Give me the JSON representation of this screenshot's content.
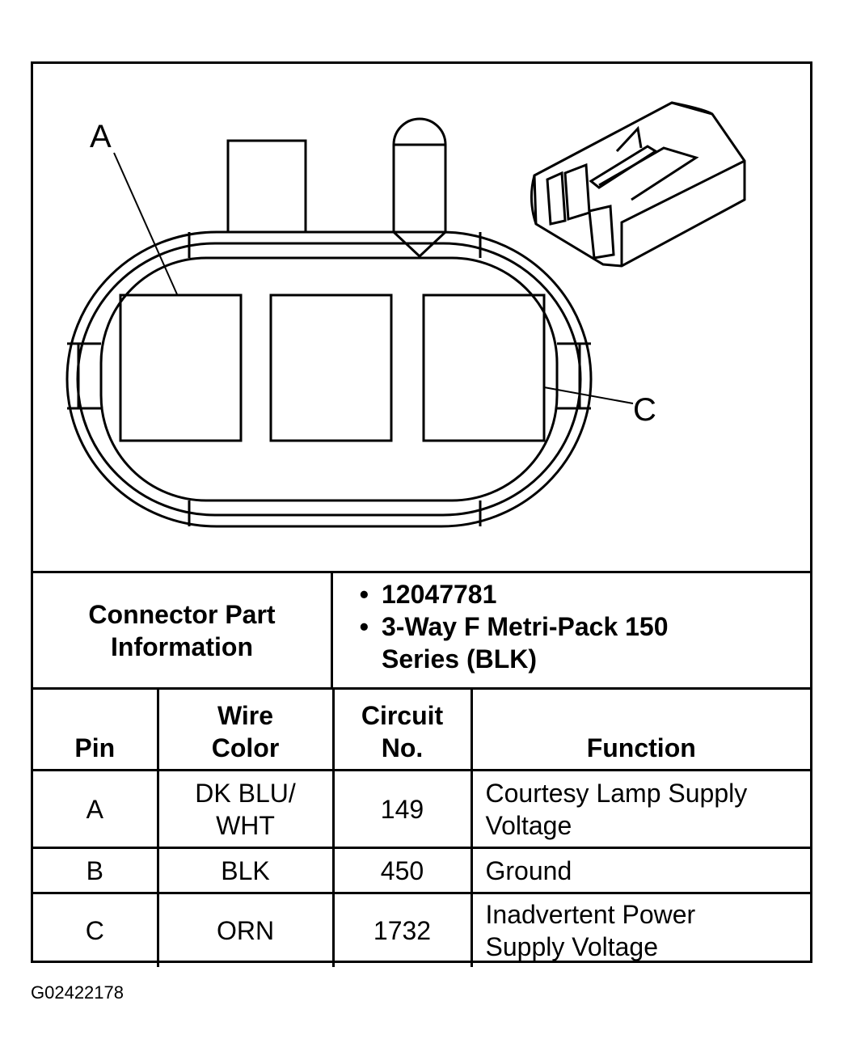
{
  "diagram": {
    "callouts": {
      "pin_a": "A",
      "pin_c": "C"
    }
  },
  "connector_info": {
    "label": "Connector Part Information",
    "bullets": [
      "12047781",
      "3-Way F Metri-Pack 150 Series (BLK)"
    ]
  },
  "pin_table": {
    "headers": {
      "pin": "Pin",
      "wire_color": "Wire Color",
      "circuit_no": "Circuit No.",
      "function": "Function"
    },
    "rows": [
      {
        "pin": "A",
        "wire_color": "DK BLU/ WHT",
        "circuit_no": "149",
        "function": "Courtesy Lamp Supply Voltage"
      },
      {
        "pin": "B",
        "wire_color": "BLK",
        "circuit_no": "450",
        "function": "Ground"
      },
      {
        "pin": "C",
        "wire_color": "ORN",
        "circuit_no": "1732",
        "function": "Inadvertent Power Supply Voltage"
      }
    ]
  },
  "caption": "G02422178"
}
